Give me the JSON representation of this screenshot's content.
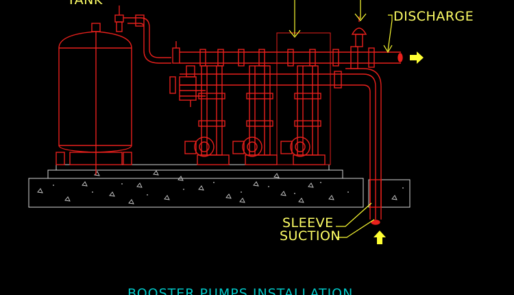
{
  "labels": {
    "tank": "TANK",
    "discharge": "DISCHARGE",
    "sleeve": "SLEEVE",
    "suction": "SUCTION"
  },
  "title": "BOOSTER PUMPS INSTALLATION",
  "colors": {
    "background": "#000000",
    "pipe_red": "#e8201c",
    "label_yellow": "#ffff66",
    "title_cyan": "#00c6c6",
    "concrete_white": "#d9d9d9"
  }
}
